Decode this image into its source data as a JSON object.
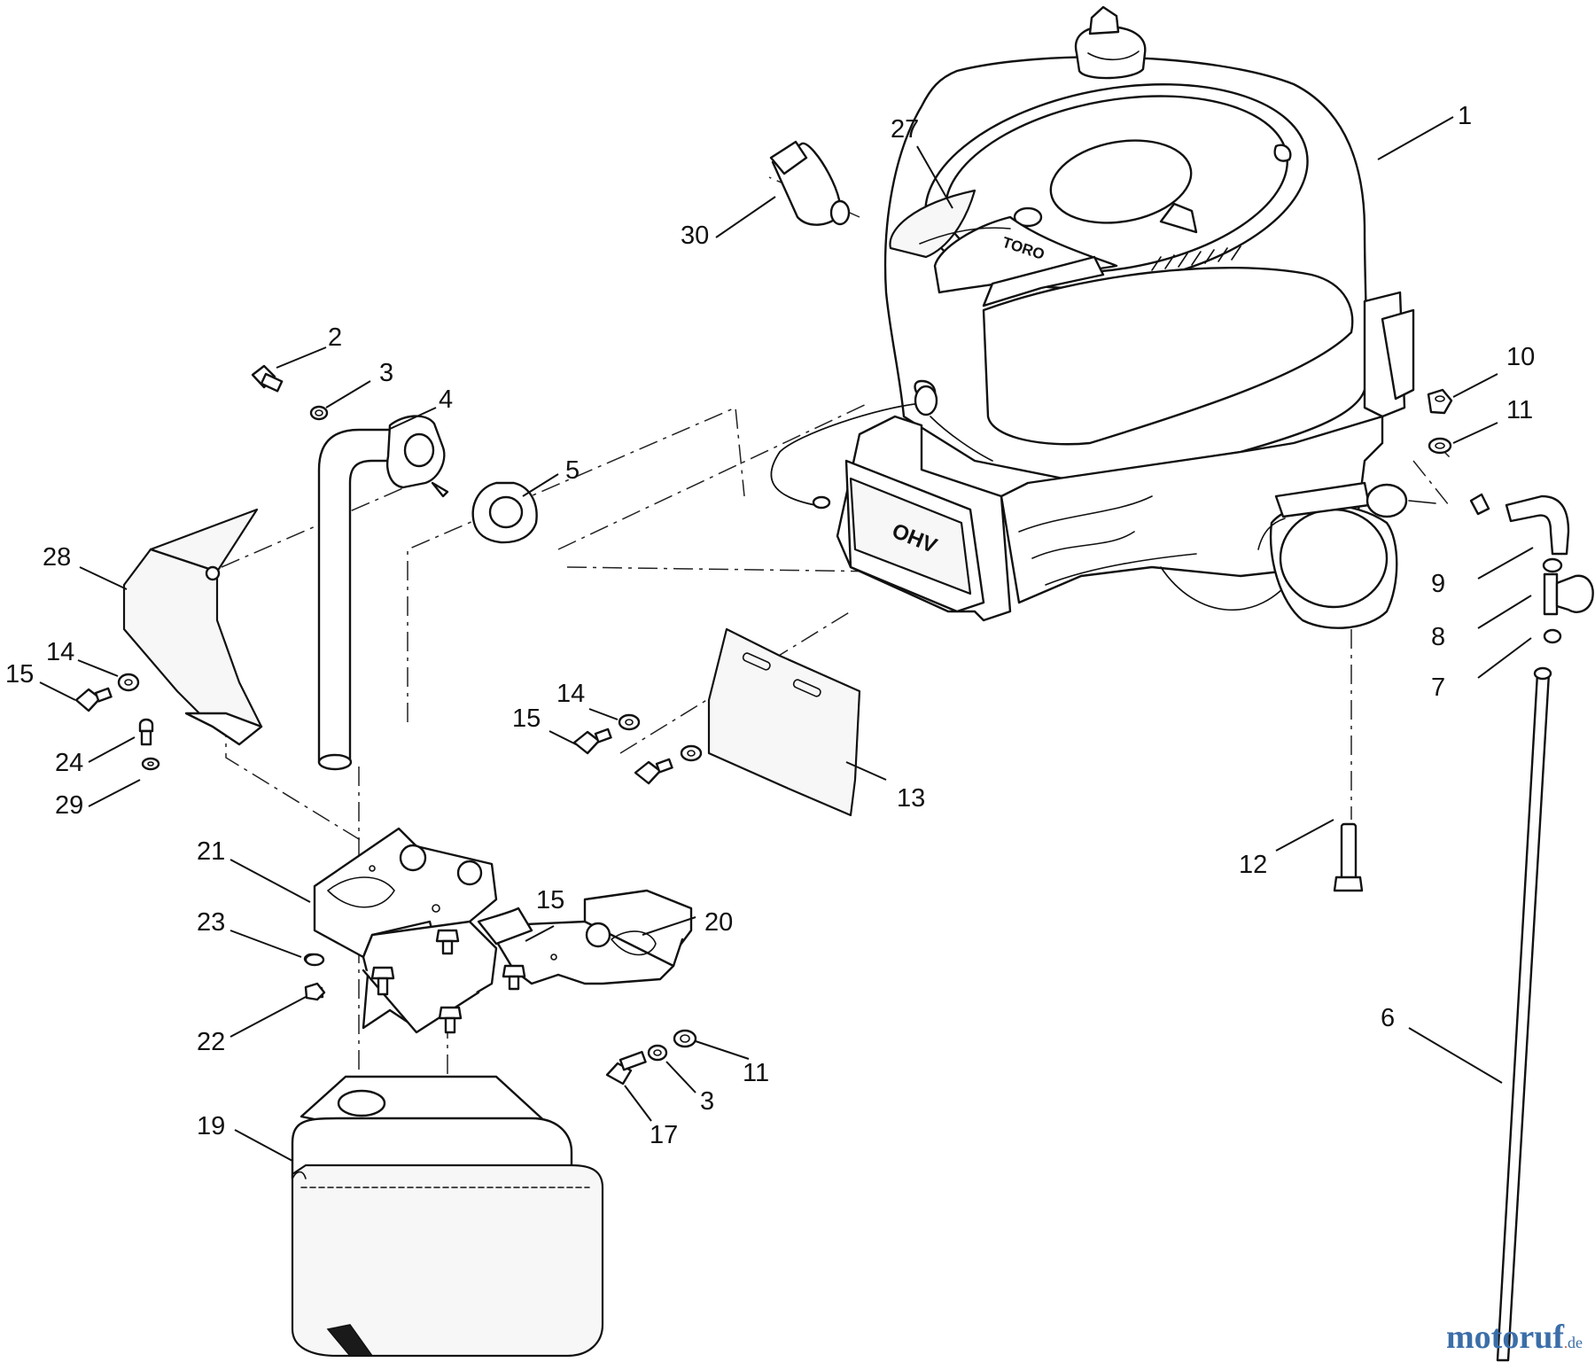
{
  "diagram": {
    "callouts": [
      "1",
      "2",
      "3",
      "4",
      "5",
      "6",
      "7",
      "8",
      "9",
      "10",
      "11",
      "11",
      "12",
      "13",
      "14",
      "14",
      "15",
      "15",
      "15",
      "17",
      "19",
      "20",
      "21",
      "22",
      "23",
      "24",
      "27",
      "28",
      "29",
      "30",
      "3"
    ]
  },
  "engine": {
    "brand_decal": "TORO",
    "block_decal": "OHV"
  },
  "watermark": {
    "name": "motoruf",
    "tld": "de"
  }
}
